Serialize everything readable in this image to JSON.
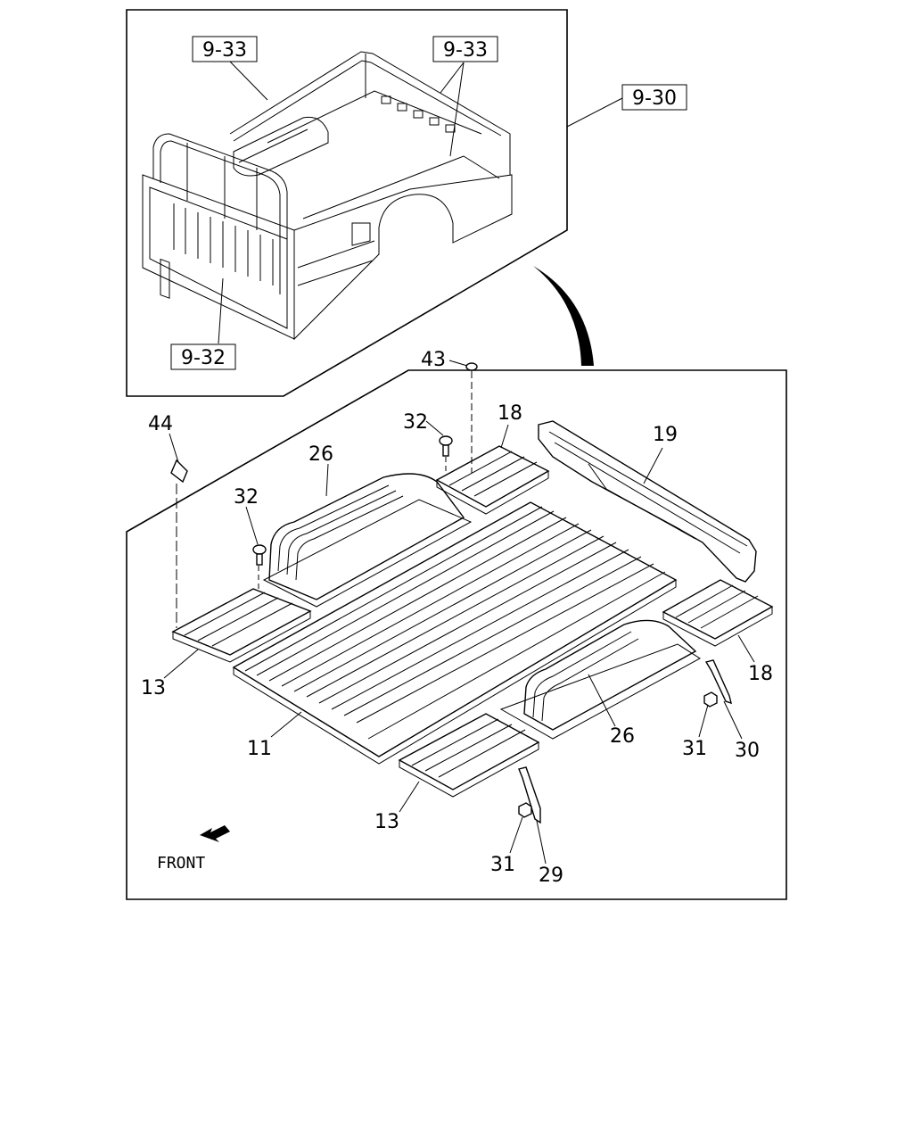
{
  "references": {
    "bed_side_left": "9-33",
    "bed_side_right": "9-33",
    "bed_assembly": "9-30",
    "tailgate": "9-32"
  },
  "callouts": {
    "p43": "43",
    "p44": "44",
    "p32_rear": "32",
    "p18_rear": "18",
    "p19": "19",
    "p26_left": "26",
    "p32_left": "32",
    "p13_left": "13",
    "p11": "11",
    "p18_front": "18",
    "p26_right": "26",
    "p31_right": "31",
    "p30": "30",
    "p13_front": "13",
    "p31_front": "31",
    "p29": "29"
  },
  "front_label": "FRONT"
}
